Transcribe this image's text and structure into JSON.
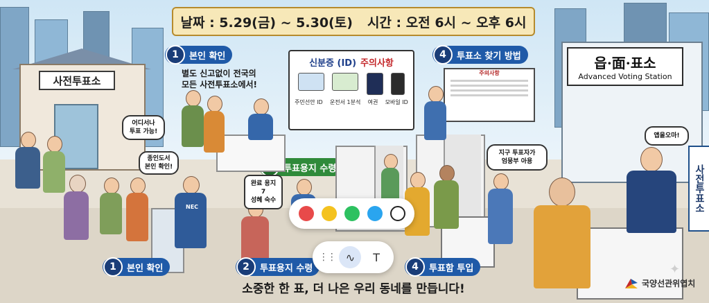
{
  "ribbon": {
    "date": "날짜 : 5.29(금) ~ 5.30(토)",
    "time": "시간 : 오전 6시 ~ 오후 6시"
  },
  "left_building": {
    "sign": "사전투표소"
  },
  "right_building": {
    "sign_title": "읍·面·표소",
    "sign_sub": "Advanced Voting Station",
    "banner": "사전투표소"
  },
  "steps": {
    "s1_top": {
      "num": "1",
      "label": "본인 확인"
    },
    "s1_caption": "별도 신고없이 전국의\n모든 사전투표소에서!",
    "s2_mid": {
      "num": "2",
      "label": "투표용지 수령"
    },
    "s4_top": {
      "num": "4",
      "label": "투표소 찾기 방법"
    },
    "s1_bottom": {
      "num": "1",
      "label": "본인 확인"
    },
    "s2_bottom": {
      "num": "2",
      "label": "투표용지 수령"
    },
    "s4_bottom": {
      "num": "4",
      "label": "투표함 투입"
    }
  },
  "id_board": {
    "title_a": "신분증 (ID)",
    "title_b": "주의사항",
    "labels": [
      "주민선안 ID",
      "운전서 1분석",
      "여권",
      "모바일 ID"
    ]
  },
  "guide_board": {
    "title": "주의사항"
  },
  "bubbles": {
    "anywhere": "어디서나\n투표 가능!",
    "id_check": "종인도서\n본인 확인!",
    "ballot": "완료 용지\n7\n성혜 숙수",
    "district": "지구 투표자가\n엄뭉부 아용",
    "hello": "앱을오마!"
  },
  "nec_label": "NEC",
  "palette": {
    "colors": [
      "#e84a4a",
      "#f4c21f",
      "#2dc160",
      "#2aa5ef",
      "#ffffff"
    ]
  },
  "toolbar": {
    "grip": "⋮⋮",
    "draw": "∿",
    "text": "T"
  },
  "slogan": "소중한 한 표, 더 나은 우리 동네를 만듭니다!",
  "logo": {
    "text": "국양선관위엽치"
  },
  "colors": {
    "blue": "#1f5aa8",
    "green": "#2f8a3a",
    "gold": "#b68b2d"
  }
}
